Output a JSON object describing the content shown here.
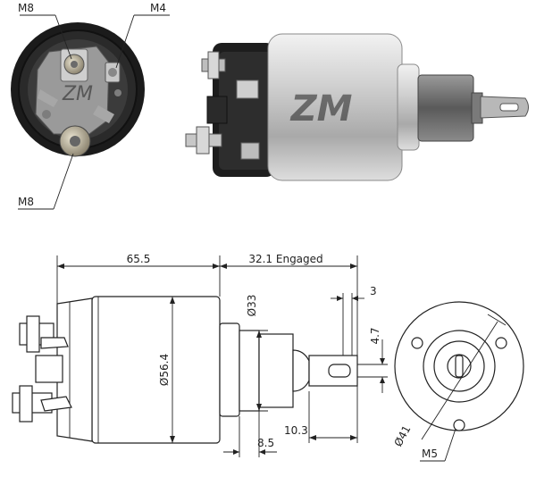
{
  "photo_end_view": {
    "callouts": {
      "top_left": "M8",
      "top_right": "M4",
      "bottom_left": "M8"
    }
  },
  "photo_side_view": {},
  "drawing_side_view": {
    "dimensions": {
      "overall_length": "65.5",
      "engaged_stroke": "32.1 Engaged",
      "body_diameter": "Ø56.4",
      "plunger_diameter": "Ø33",
      "tab_thickness": "3",
      "tab_hole": "4.7",
      "plunger_offset": "8.5",
      "tab_length": "10.3"
    }
  },
  "drawing_end_view": {
    "dimensions": {
      "bolt_circle": "Ø41",
      "thread": "M5"
    }
  },
  "colors": {
    "line": "#222222",
    "photo_dark": "#1c1c1c",
    "photo_metal": "#c9c9c9"
  }
}
